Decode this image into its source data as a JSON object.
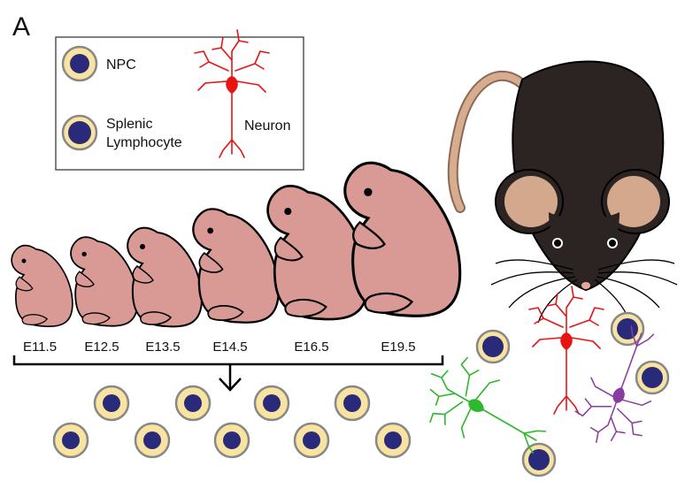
{
  "panel": {
    "label": "A"
  },
  "legend": {
    "npc_label": "NPC",
    "lymphocyte_label_line1": "Splenic",
    "lymphocyte_label_line2": "Lymphocyte",
    "neuron_label": "Neuron"
  },
  "embryo_stages": [
    "E11.5",
    "E12.5",
    "E13.5",
    "E14.5",
    "E16.5",
    "E19.5"
  ],
  "colors": {
    "npc_fill": "#f8e4a0",
    "lymphocyte_fill": "#f8e4a0",
    "nucleus": "#2a2a7a",
    "embryo": "#d99a96",
    "mouse_body": "#2b2422",
    "mouse_ear": "#d4a88c",
    "tail": "#d8ad8f",
    "neuron_red": "#e81414",
    "neuron_green": "#2db82d",
    "neuron_purple": "#8a3ca0"
  },
  "icons": [
    "npc-cell-icon",
    "lymphocyte-cell-icon",
    "neuron-icon",
    "embryo-icon",
    "mouse-icon",
    "arrow-down-icon"
  ]
}
